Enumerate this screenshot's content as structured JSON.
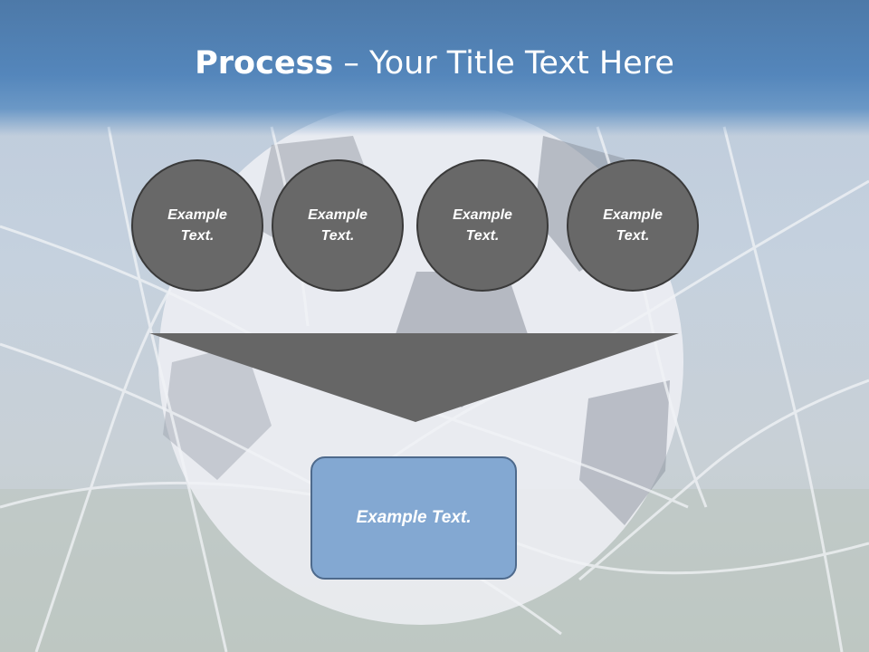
{
  "title": {
    "bold": "Process",
    "rest": " – Your Title Text Here"
  },
  "steps": [
    {
      "label": "Example Text."
    },
    {
      "label": "Example Text."
    },
    {
      "label": "Example Text."
    },
    {
      "label": "Example Text."
    }
  ],
  "result": {
    "label": "Example Text."
  },
  "colors": {
    "title_band": "#5486bb",
    "circle_fill": "#686868",
    "funnel_fill": "#666666",
    "result_fill": "#83a8d2"
  }
}
